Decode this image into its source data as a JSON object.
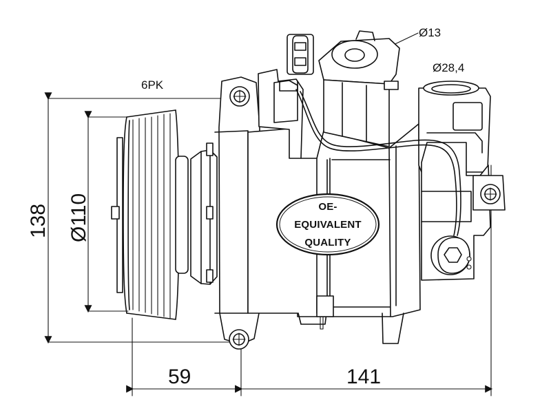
{
  "diagram": {
    "labels": {
      "belt_profile": "6PK",
      "fitting_small_diameter": "Ø13",
      "fitting_large_diameter": "Ø28,4",
      "overall_height": "138",
      "pulley_diameter": "Ø110",
      "pulley_offset": "59",
      "body_length": "141"
    },
    "badge": {
      "line1": "OE-",
      "line2": "EQUIVALENT",
      "line3": "QUALITY"
    }
  }
}
